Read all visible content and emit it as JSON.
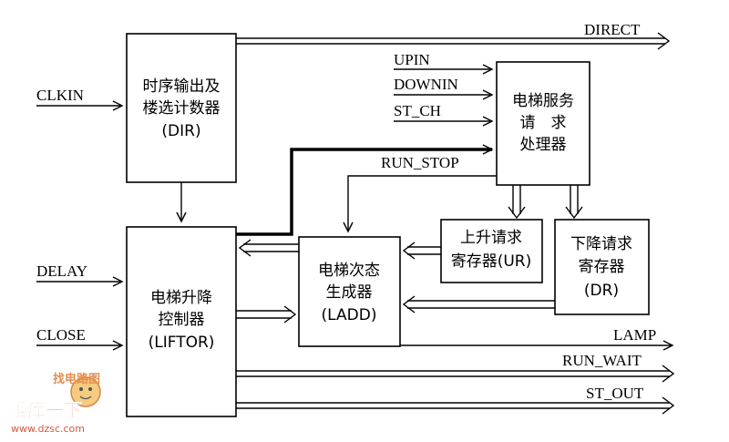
{
  "blocks": {
    "dir": [
      "时序输出及",
      "楼选计数器",
      "(DIR)"
    ],
    "lifter": [
      "电梯升降",
      "控制器",
      "(LIFTOR)"
    ],
    "service": [
      "电梯服务",
      "请　求",
      "处理器"
    ],
    "ladd": [
      "电梯次态",
      "生成器",
      "(LADD)"
    ],
    "ur": [
      "上升请求",
      "寄存器(UR)"
    ],
    "dr": [
      "下降请求",
      "寄存器",
      "(DR)"
    ]
  },
  "signals": {
    "direct": "DIRECT",
    "clkin": "CLKIN",
    "upin": "UPIN",
    "downin": "DOWNIN",
    "st_ch": "ST_CH",
    "run_stop": "RUN_STOP",
    "delay": "DELAY",
    "close": "CLOSE",
    "lamp": "LAMP",
    "run_wait": "RUN_WAIT",
    "st_out": "ST_OUT"
  },
  "watermark": {
    "top": "找电路图",
    "brand": "维库一下",
    "url": "www.dzsc.com"
  }
}
